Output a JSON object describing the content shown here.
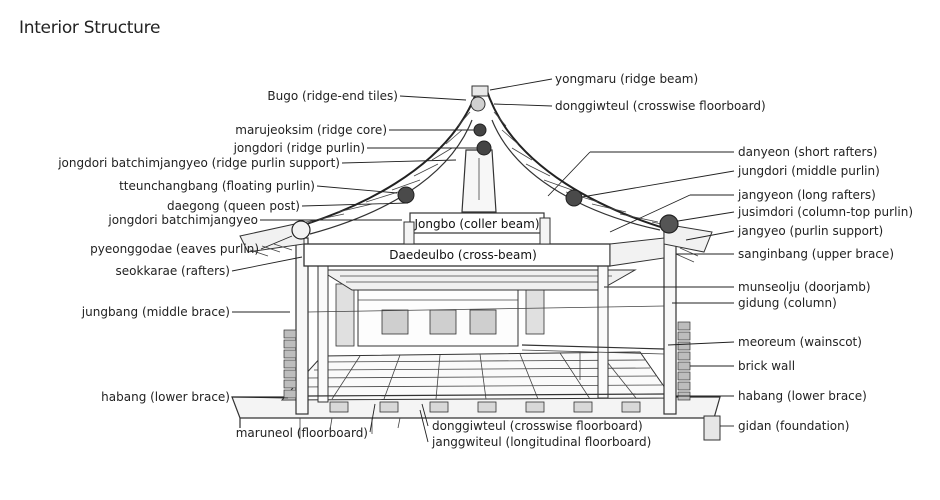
{
  "title": "Interior Structure",
  "beam_labels": {
    "jongbo": "Jongbo (coller beam)",
    "daedeulbo": "Daedeulbo (cross-beam)"
  },
  "labels_left": [
    "Bugo (ridge-end tiles)",
    "marujeoksim (ridge core)",
    "jongdori (ridge purlin)",
    "jongdori batchimjangyeo (ridge purlin support)",
    "tteunchangbang (floating purlin)",
    "daegong (queen post)",
    "jongdori batchimjangyeo",
    "pyeonggodae (eaves purlin)",
    "seokkarae (rafters)",
    "jungbang (middle brace)",
    "habang (lower brace)",
    "maruneol (floorboard)"
  ],
  "labels_right": [
    "yongmaru (ridge beam)",
    "donggiwteul (crosswise floorboard)",
    "danyeon (short rafters)",
    "jungdori (middle purlin)",
    "jangyeon (long rafters)",
    "jusimdori (column-top purlin)",
    "jangyeo (purlin support)",
    "sanginbang (upper brace)",
    "munseolju (doorjamb)",
    "gidung (column)",
    "meoreum (wainscot)",
    "brick wall",
    "habang (lower brace)",
    "gidan (foundation)"
  ],
  "labels_bottom": [
    "donggiwteul (crosswise floorboard)",
    "janggwiteul (longitudinal floorboard)"
  ],
  "colors": {
    "ink": "#333333",
    "ridge_accent": "#888888"
  }
}
